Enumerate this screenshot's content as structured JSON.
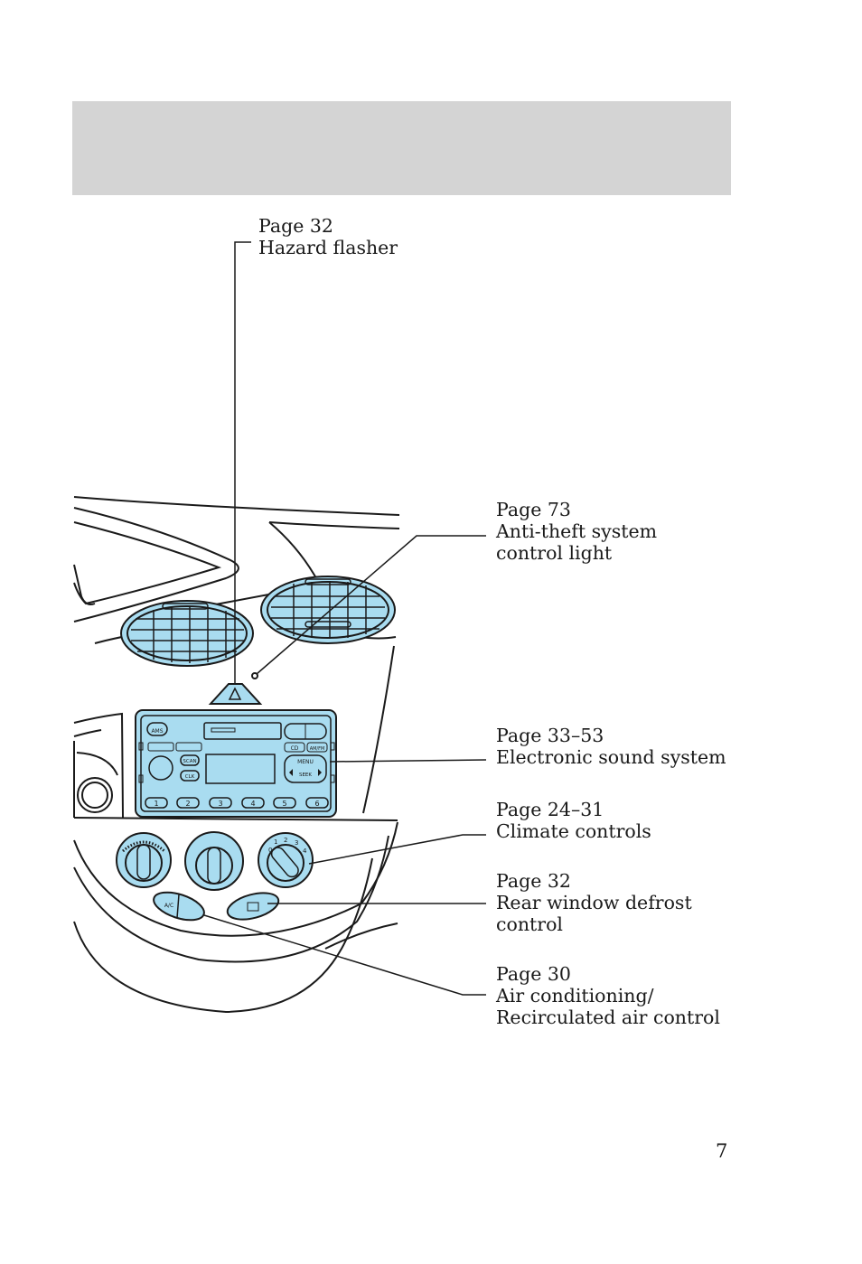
{
  "page_number": "7",
  "callouts": [
    {
      "page": "Page 32",
      "lines": [
        "Hazard flasher"
      ]
    },
    {
      "page": "Page 73",
      "lines": [
        "Anti-theft system",
        "control light"
      ]
    },
    {
      "page": "Page 33–53",
      "lines": [
        "Electronic sound system"
      ]
    },
    {
      "page": "Page 24–31",
      "lines": [
        "Climate controls"
      ]
    },
    {
      "page": "Page 32",
      "lines": [
        "Rear window defrost",
        "control"
      ]
    },
    {
      "page": "Page 30",
      "lines": [
        "Air conditioning/",
        "Recirculated air control"
      ]
    }
  ],
  "radio": {
    "buttons": {
      "ams": "AMS",
      "scan": "SCAN",
      "clk": "CLK",
      "cd": "CD",
      "am_fm": "AM/FM",
      "menu": "MENU",
      "seek": "SEEK"
    },
    "presets": [
      "1",
      "2",
      "3",
      "4",
      "5",
      "6"
    ]
  },
  "climate": {
    "fan_speeds": [
      "0",
      "1",
      "2",
      "3",
      "4"
    ],
    "ac_label": "A/C"
  },
  "colors": {
    "illustration_fill": "#a9dcf0",
    "header_bar": "#d4d4d4",
    "line": "#1a1a1a"
  }
}
